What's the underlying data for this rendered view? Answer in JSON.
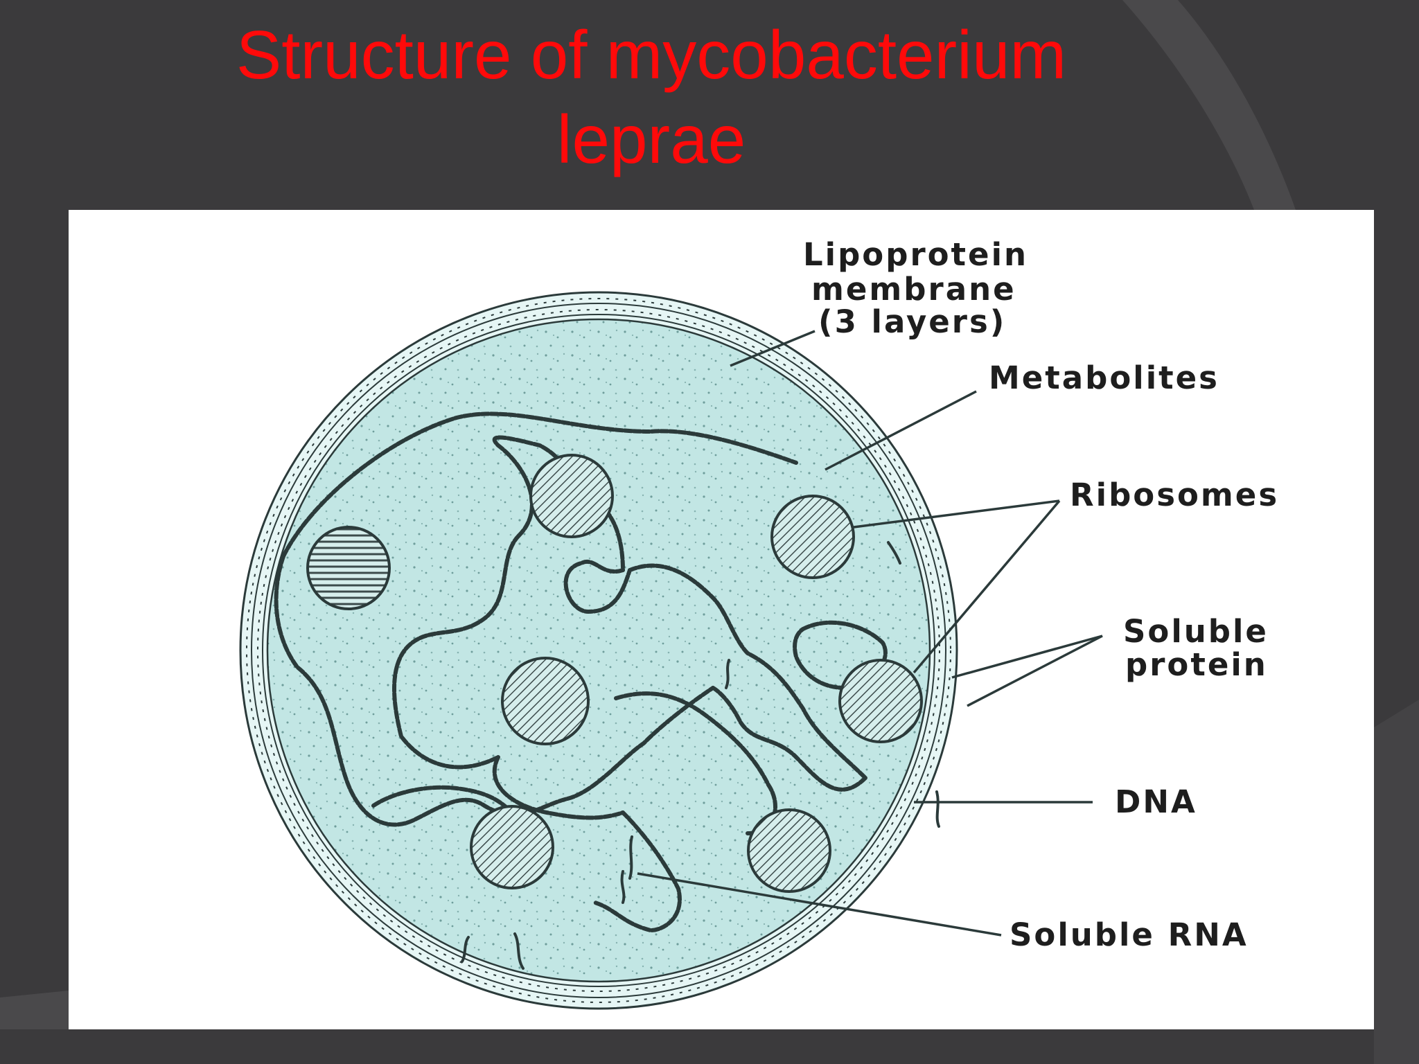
{
  "slide": {
    "title_line1": "Structure of mycobacterium",
    "title_line2": "leprae",
    "title_color": "#ff0a0a",
    "background_color": "#3b3a3c"
  },
  "diagram": {
    "labels": {
      "membrane_line1": "Lipoprotein",
      "membrane_line2": "membrane",
      "membrane_line3": "(3 layers)",
      "metabolites": "Metabolites",
      "ribosomes": "Ribosomes",
      "soluble_protein_line1": "Soluble",
      "soluble_protein_line2": "protein",
      "dna": "DNA",
      "soluble_rna": "Soluble RNA"
    },
    "colors": {
      "cytoplasm": "#c2e6e4",
      "membrane": "#e6f6f5",
      "ink": "#2b3a3a",
      "label_text": "#1e1e1e"
    }
  }
}
